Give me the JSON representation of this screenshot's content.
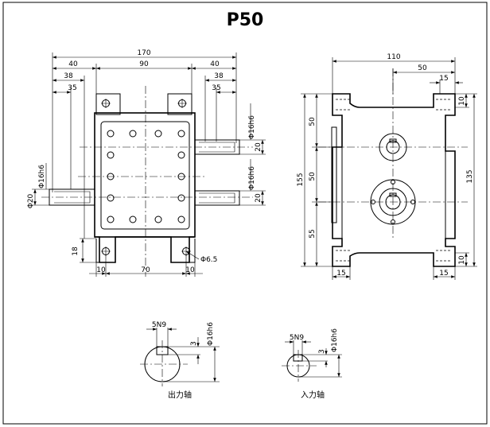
{
  "title": "P50",
  "front_view": {
    "dims": {
      "overall_width": "170",
      "left_ext": "40",
      "center": "90",
      "right_ext": "40",
      "left_38": "38",
      "right_38": "38",
      "left_35": "35",
      "right_35": "35",
      "shaft_dia_upper": "Φ16h6",
      "shaft_len_upper": "20",
      "shaft_dia_lower": "Φ16h6",
      "shaft_len_lower": "20",
      "left_shaft_dia": "Φ16h6",
      "left_shaft_len": "Φ20",
      "foot_height": "18",
      "foot_left": "10",
      "foot_pitch": "70",
      "foot_right": "10",
      "hole": "Φ6.5"
    }
  },
  "side_view": {
    "dims": {
      "width": "110",
      "half": "50",
      "edge": "15",
      "top_flange": "10",
      "seg1": "50",
      "seg2": "50",
      "seg3": "55",
      "total_left": "155",
      "total_right": "135",
      "bottom_flange": "10",
      "foot_left": "15",
      "foot_right": "15"
    }
  },
  "output_shaft": {
    "key": "5N9",
    "depth": "3",
    "dia": "Φ16h6",
    "caption": "出力轴"
  },
  "input_shaft": {
    "key": "5N9",
    "depth": "3",
    "dia": "Φ16h6",
    "caption": "入力轴"
  }
}
